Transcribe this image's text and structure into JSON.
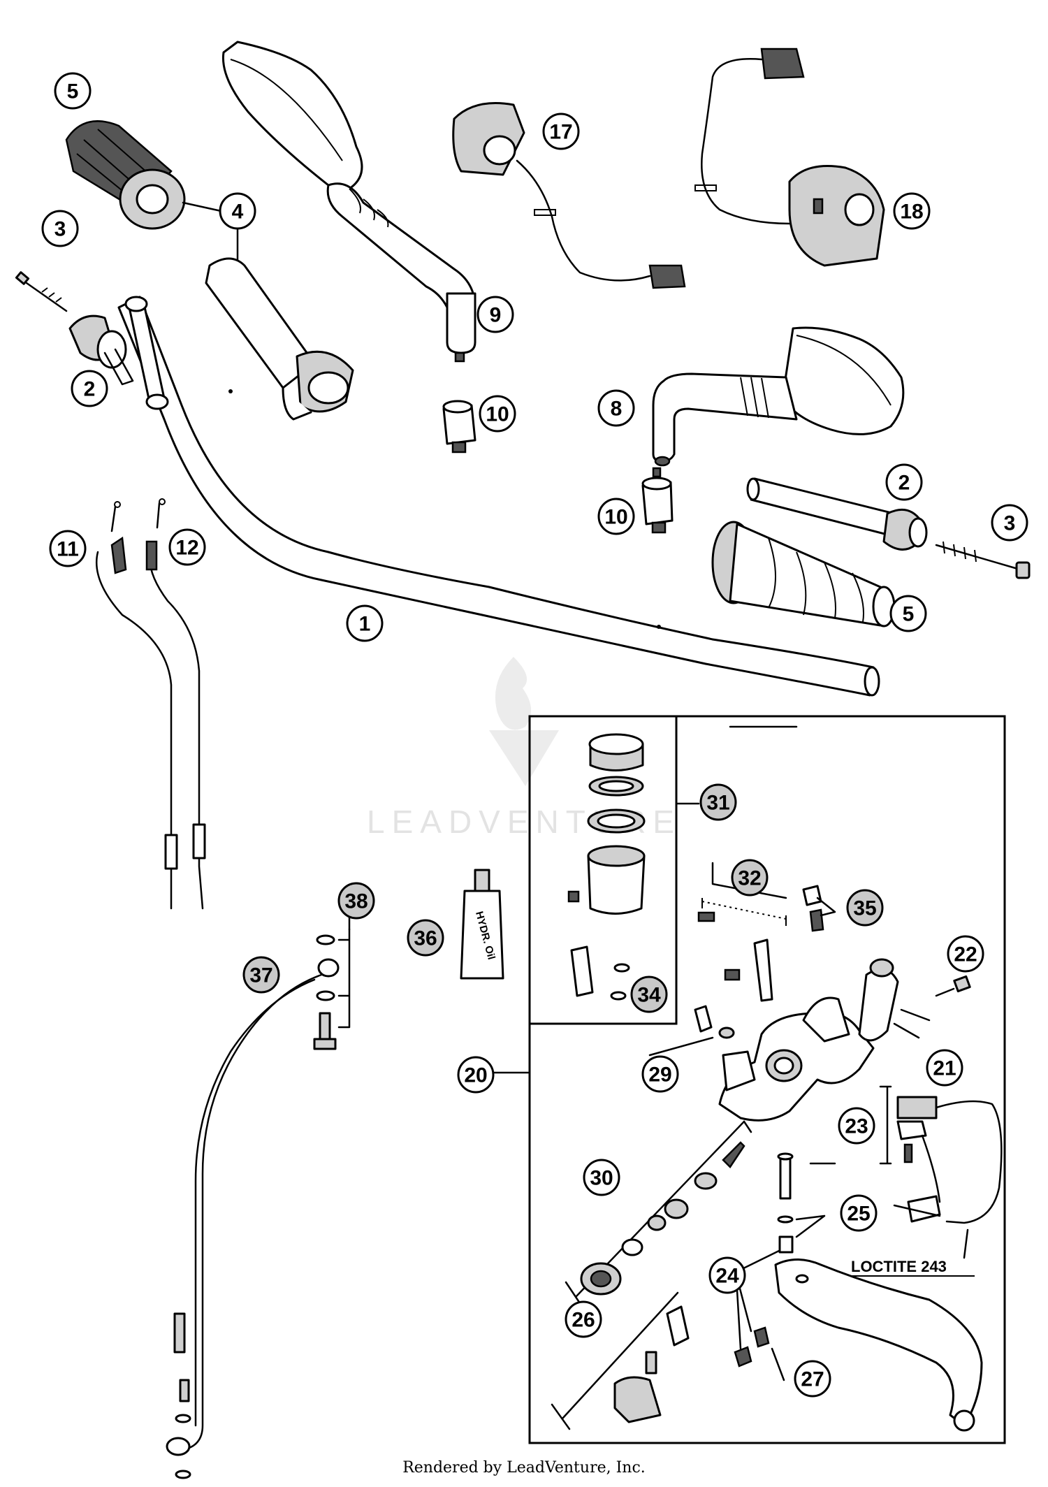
{
  "watermark": "LEADVENTURE",
  "footer": "Rendered by LeadVenture, Inc.",
  "note_loctite": "LOCTITE 243",
  "oil_bottle_label": "HYDR. Oil",
  "callouts": [
    {
      "id": "c1",
      "label": "1"
    },
    {
      "id": "c2a",
      "label": "2"
    },
    {
      "id": "c2b",
      "label": "2"
    },
    {
      "id": "c3a",
      "label": "3"
    },
    {
      "id": "c3b",
      "label": "3"
    },
    {
      "id": "c4",
      "label": "4"
    },
    {
      "id": "c5a",
      "label": "5"
    },
    {
      "id": "c5b",
      "label": "5"
    },
    {
      "id": "c8",
      "label": "8"
    },
    {
      "id": "c9",
      "label": "9"
    },
    {
      "id": "c10a",
      "label": "10"
    },
    {
      "id": "c10b",
      "label": "10"
    },
    {
      "id": "c11",
      "label": "11"
    },
    {
      "id": "c12",
      "label": "12"
    },
    {
      "id": "c17",
      "label": "17"
    },
    {
      "id": "c18",
      "label": "18"
    },
    {
      "id": "c20",
      "label": "20"
    },
    {
      "id": "c21",
      "label": "21"
    },
    {
      "id": "c22",
      "label": "22"
    },
    {
      "id": "c23",
      "label": "23"
    },
    {
      "id": "c24",
      "label": "24"
    },
    {
      "id": "c25",
      "label": "25"
    },
    {
      "id": "c26",
      "label": "26"
    },
    {
      "id": "c27",
      "label": "27"
    },
    {
      "id": "c29",
      "label": "29"
    },
    {
      "id": "c30",
      "label": "30"
    },
    {
      "id": "c31",
      "label": "31"
    },
    {
      "id": "c32",
      "label": "32"
    },
    {
      "id": "c34",
      "label": "34"
    },
    {
      "id": "c35",
      "label": "35"
    },
    {
      "id": "c36",
      "label": "36"
    },
    {
      "id": "c37",
      "label": "37"
    },
    {
      "id": "c38",
      "label": "38"
    }
  ]
}
